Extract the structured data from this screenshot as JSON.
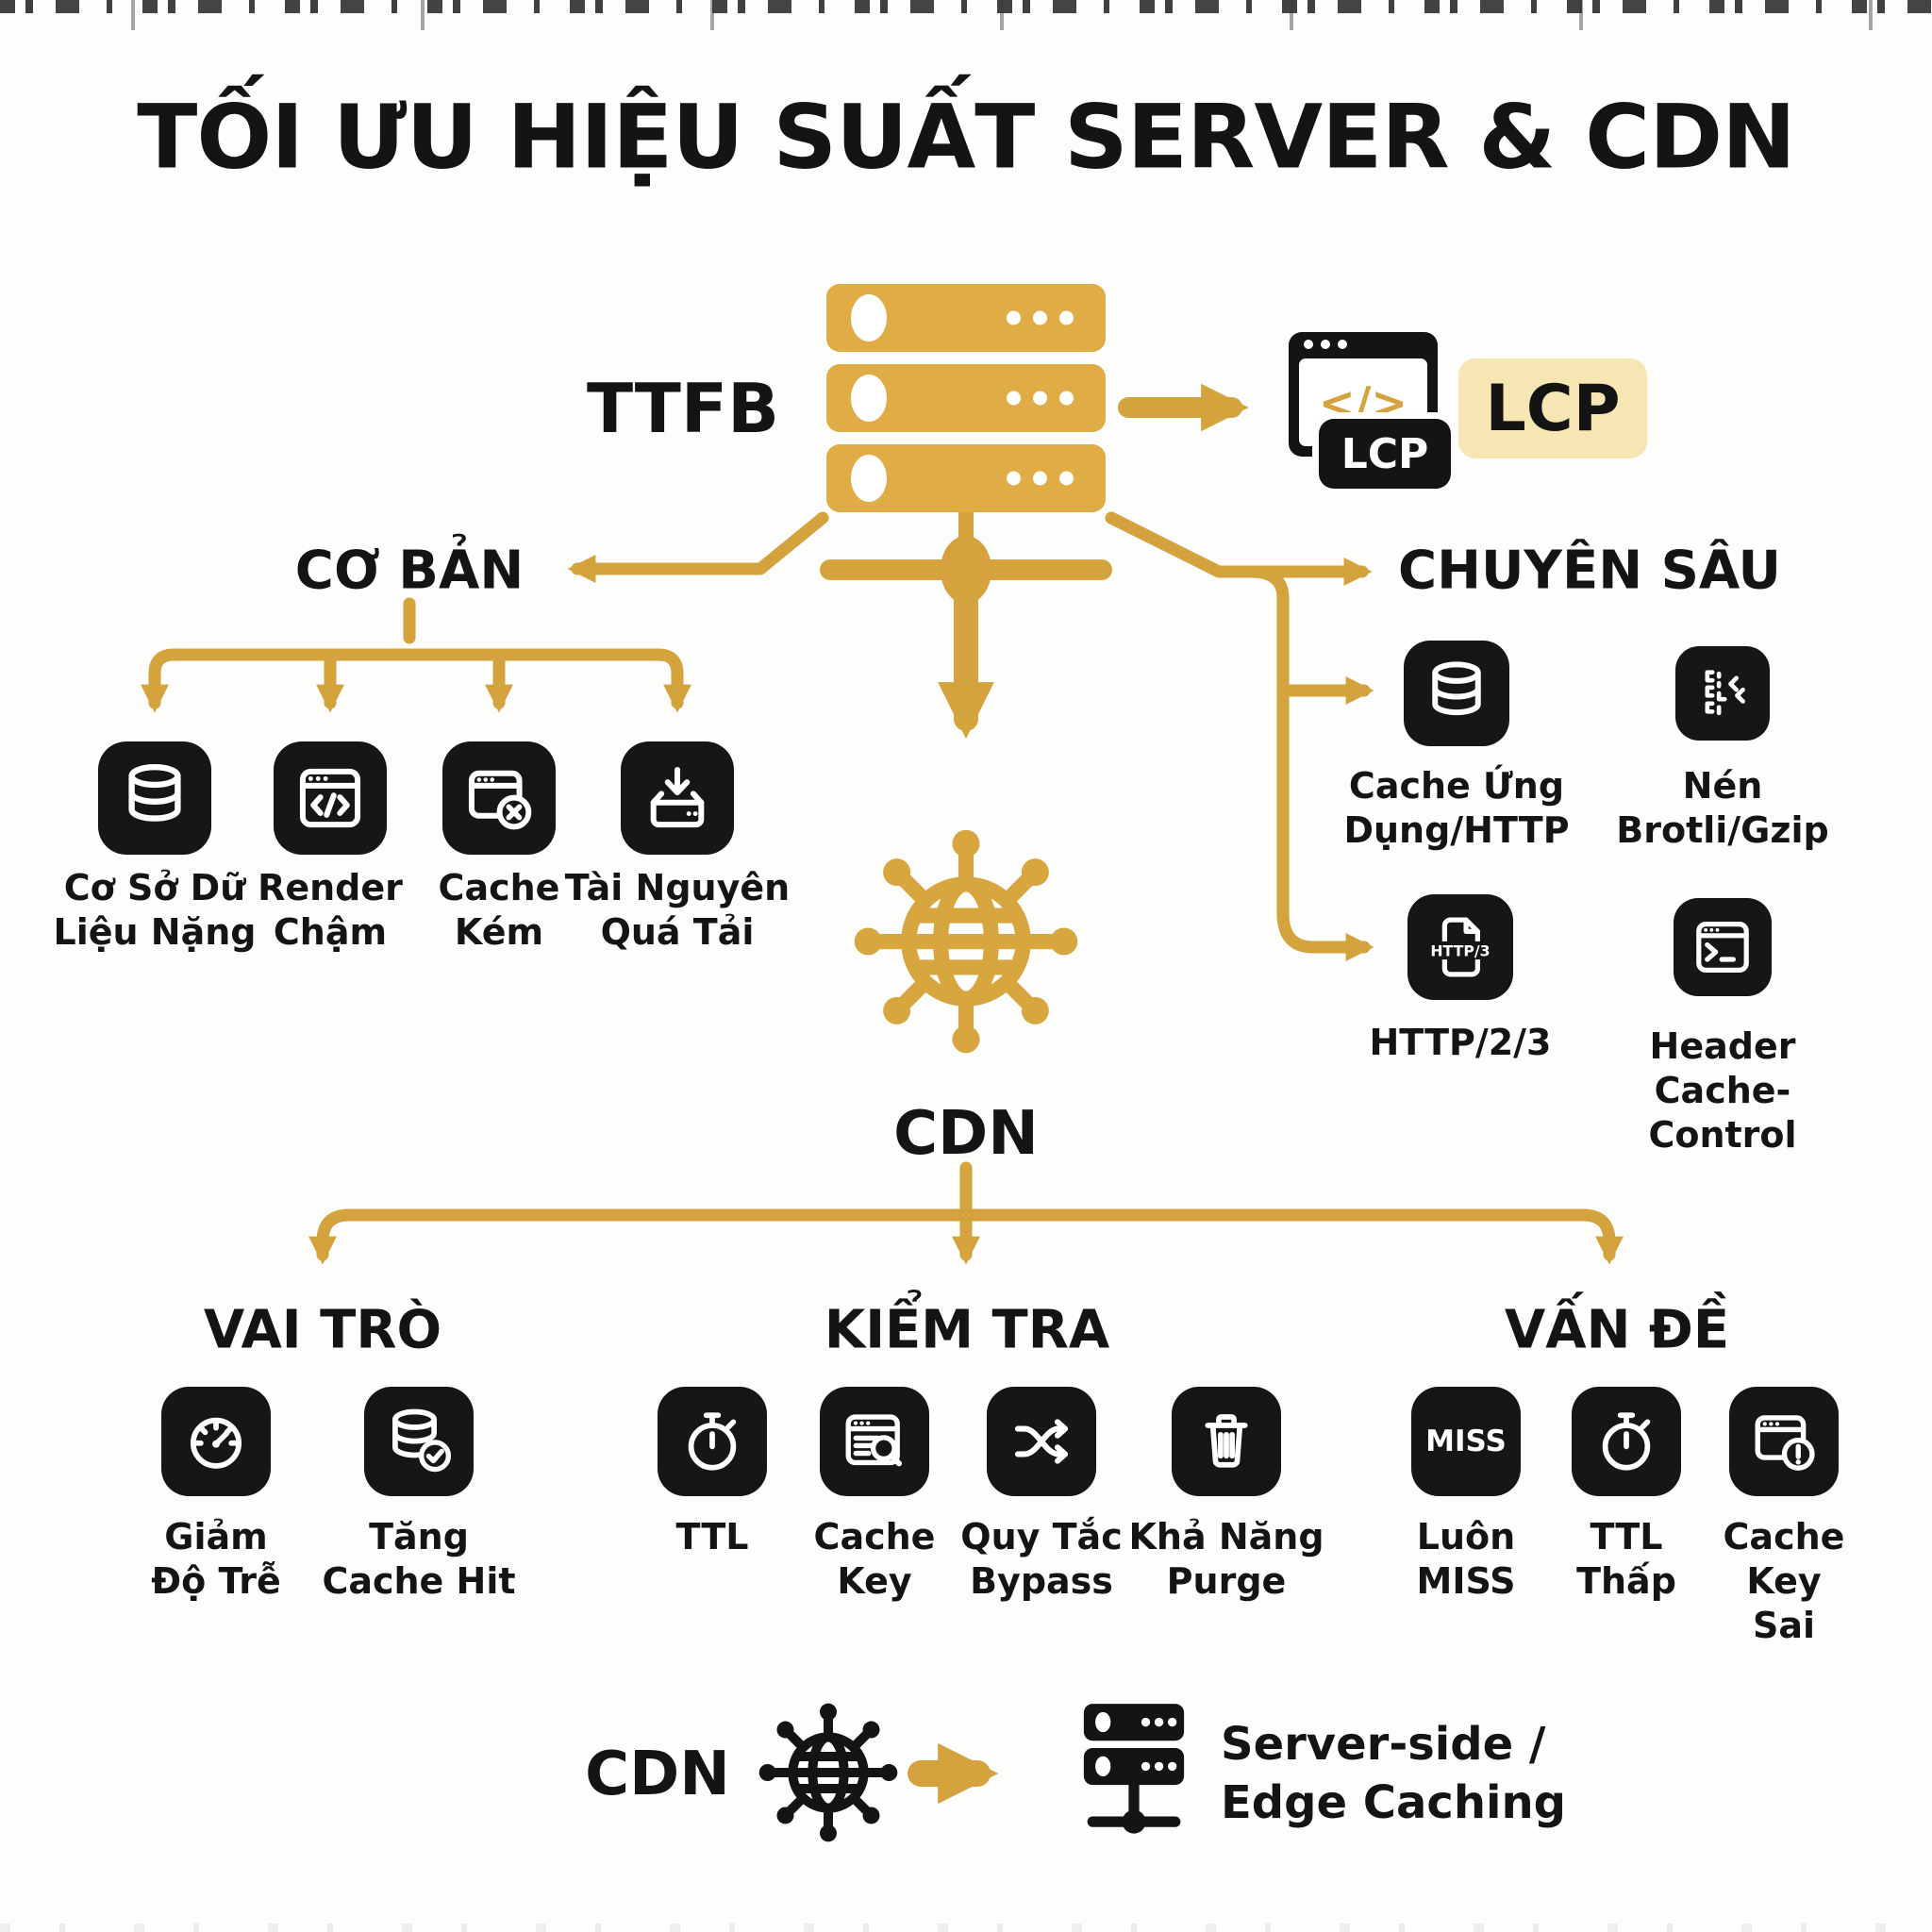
{
  "title": "TỐI ƯU HIỆU SUẤT SERVER & CDN",
  "colors": {
    "gold": "#D4A33E",
    "server_gold": "#E0AC45",
    "tile_black": "#161616",
    "lcp_note_bg": "#F6E6B4",
    "ink": "#141414"
  },
  "ttfb": {
    "label": "TTFB"
  },
  "lcp": {
    "window_code": "</>",
    "window_badge": "LCP",
    "highlight": "LCP"
  },
  "basic": {
    "heading": "CƠ BẢN",
    "items": [
      {
        "icon": "database-icon",
        "label": "Cơ Sở Dữ\nLiệu Nặng"
      },
      {
        "icon": "code-window-icon",
        "label": "Render\nChậm"
      },
      {
        "icon": "cache-error-icon",
        "label": "Cache\nKém"
      },
      {
        "icon": "download-overload-icon",
        "label": "Tài Nguyên\nQuá Tải"
      }
    ]
  },
  "advanced": {
    "heading": "CHUYÊN SÂU",
    "items": [
      {
        "icon": "database-icon",
        "label": "Cache Ứng\nDụng/HTTP"
      },
      {
        "icon": "compression-icon",
        "label": "Nén\nBrotli/Gzip"
      },
      {
        "icon": "http3-file-icon",
        "icon_text": "HTTP/3",
        "label": "HTTP/2/3"
      },
      {
        "icon": "terminal-icon",
        "label": "Header\nCache-Control"
      }
    ]
  },
  "cdn": {
    "label": "CDN"
  },
  "sections": [
    {
      "heading": "VAI TRÒ",
      "items": [
        {
          "icon": "speedometer-icon",
          "label": "Giảm\nĐộ Trễ"
        },
        {
          "icon": "database-check-icon",
          "label": "Tăng\nCache Hit"
        }
      ]
    },
    {
      "heading": "KIỂM TRA",
      "items": [
        {
          "icon": "stopwatch-icon",
          "label": "TTL"
        },
        {
          "icon": "page-search-icon",
          "label": "Cache\nKey"
        },
        {
          "icon": "shuffle-icon",
          "label": "Quy Tắc\nBypass"
        },
        {
          "icon": "trash-icon",
          "label": "Khả Năng\nPurge"
        }
      ]
    },
    {
      "heading": "VẤN ĐỀ",
      "items": [
        {
          "icon": "miss-badge-icon",
          "icon_text": "MISS",
          "label": "Luôn\nMISS"
        },
        {
          "icon": "stopwatch-icon",
          "label": "TTL\nThấp"
        },
        {
          "icon": "page-alert-icon",
          "label": "Cache\nKey Sai"
        }
      ]
    }
  ],
  "footer": {
    "cdn_label": "CDN",
    "caption": "Server-side /\nEdge Caching"
  }
}
